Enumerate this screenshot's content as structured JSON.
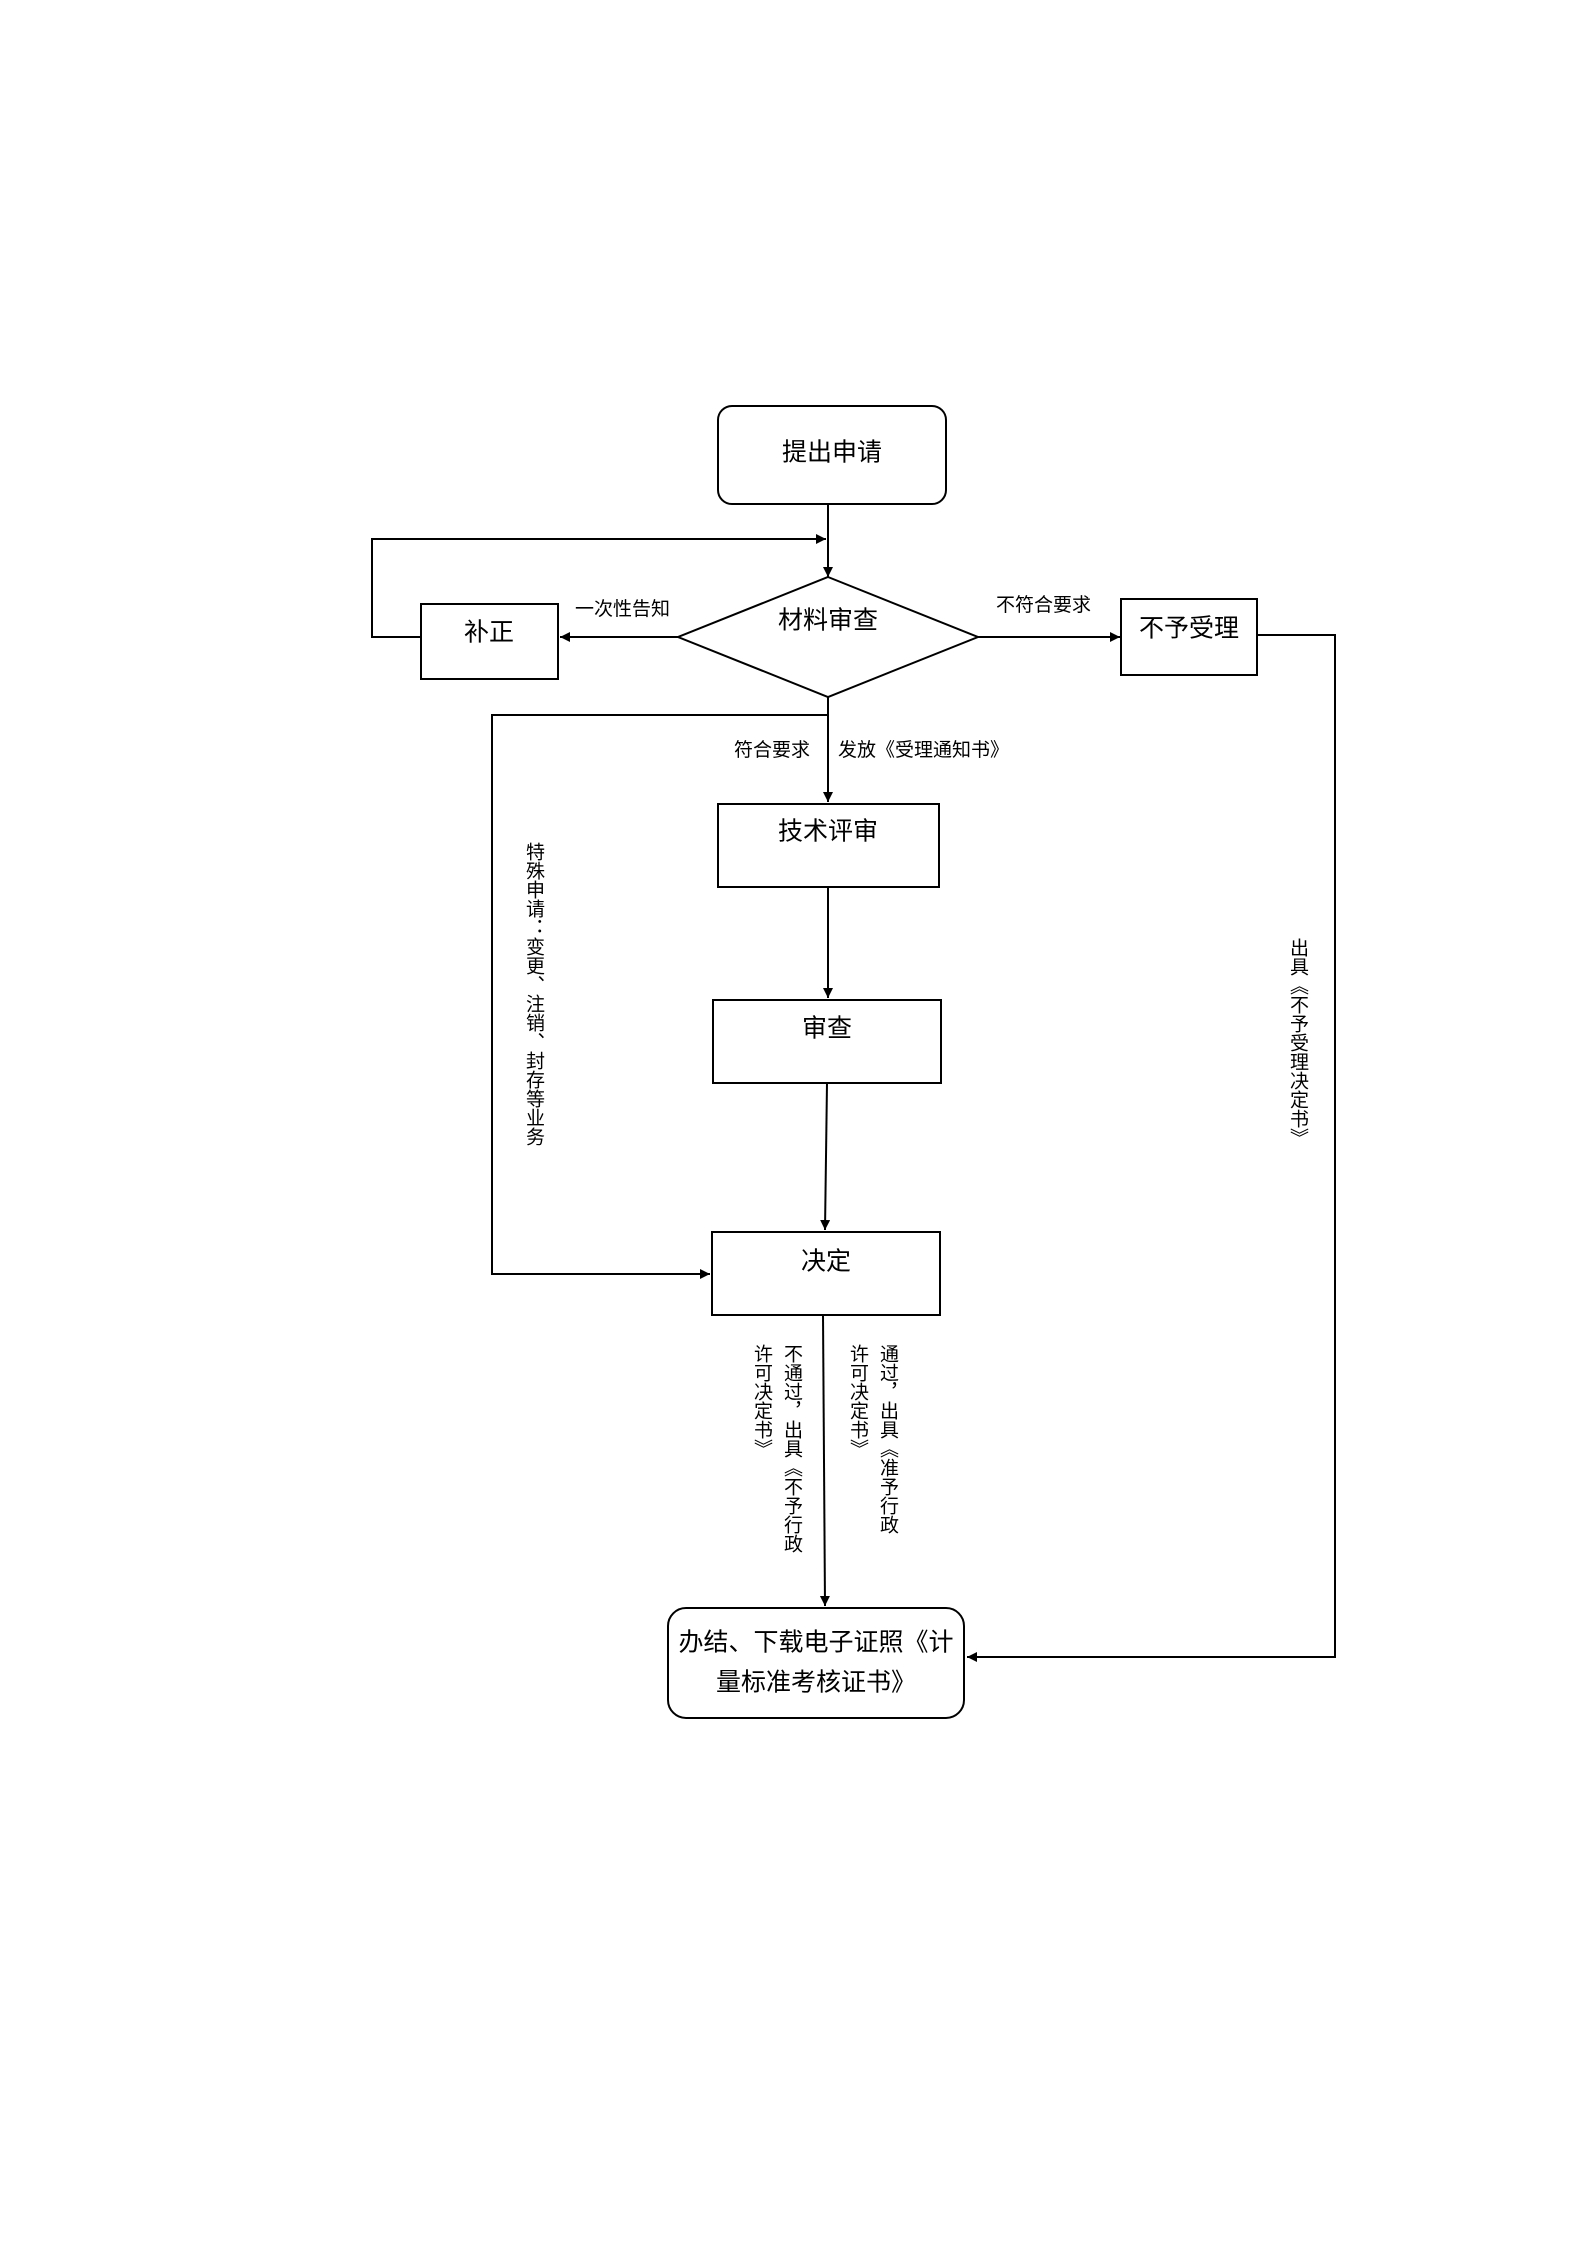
{
  "nodes": {
    "start": "提出申请",
    "review_materials": "材料审查",
    "correction": "补正",
    "reject": "不予受理",
    "technical_review": "技术评审",
    "examination": "审查",
    "decision": "决定",
    "finish_line1": "办结、下载电子证照《计",
    "finish_line2": "量标准考核证书》"
  },
  "edges": {
    "one_time_notice": "一次性告知",
    "not_meet_requirements": "不符合要求",
    "meet_requirements": "符合要求",
    "issue_acceptance_notice": "发放《受理通知书》",
    "special_application": "特殊申请：变更、注销、封存等业务",
    "issue_rejection_decision": "出具《不予受理决定书》",
    "not_pass_line1": "不通过，出具《不予行政",
    "not_pass_line2": "许可决定书》",
    "pass_line1": "通过，出具《准予行政",
    "pass_line2": "许可决定书》"
  },
  "colors": {
    "stroke": "#000000",
    "background": "#ffffff"
  }
}
